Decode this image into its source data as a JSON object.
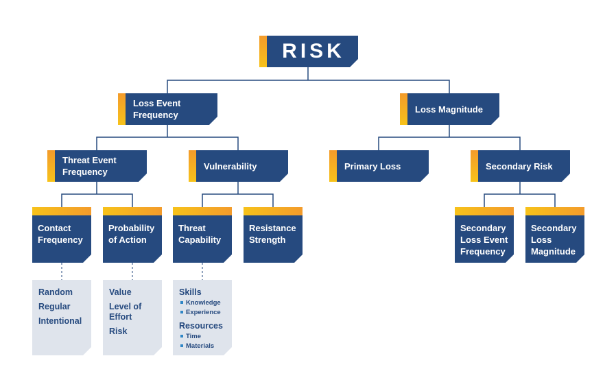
{
  "nodes": {
    "risk": "RISK",
    "loss_event_frequency": "Loss Event\nFrequency",
    "loss_magnitude": "Loss Magnitude",
    "threat_event_frequency": "Threat Event\nFrequency",
    "vulnerability": "Vulnerability",
    "primary_loss": "Primary Loss",
    "secondary_risk": "Secondary Risk",
    "contact_frequency": "Contact\nFrequency",
    "probability_of_action": "Probability\nof Action",
    "threat_capability": "Threat\nCapability",
    "resistance_strength": "Resistance\nStrength",
    "secondary_loss_event_frequency": "Secondary\nLoss Event\nFrequency",
    "secondary_loss_magnitude": "Secondary\nLoss\nMagnitude"
  },
  "panels": {
    "contact_frequency": [
      "Random",
      "Regular",
      "Intentional"
    ],
    "probability_of_action": [
      "Value",
      "Level of\nEffort",
      "Risk"
    ],
    "threat_capability": [
      {
        "title": "Skills",
        "items": [
          "Knowledge",
          "Experience"
        ]
      },
      {
        "title": "Resources",
        "items": [
          "Time",
          "Materials"
        ]
      }
    ]
  },
  "colors": {
    "node": "#264a7f",
    "accent_start": "#f7c21a",
    "accent_end": "#f39b2b",
    "panel": "#dfe4ec",
    "connector": "#264a7f",
    "bullet": "#2f86c6"
  }
}
